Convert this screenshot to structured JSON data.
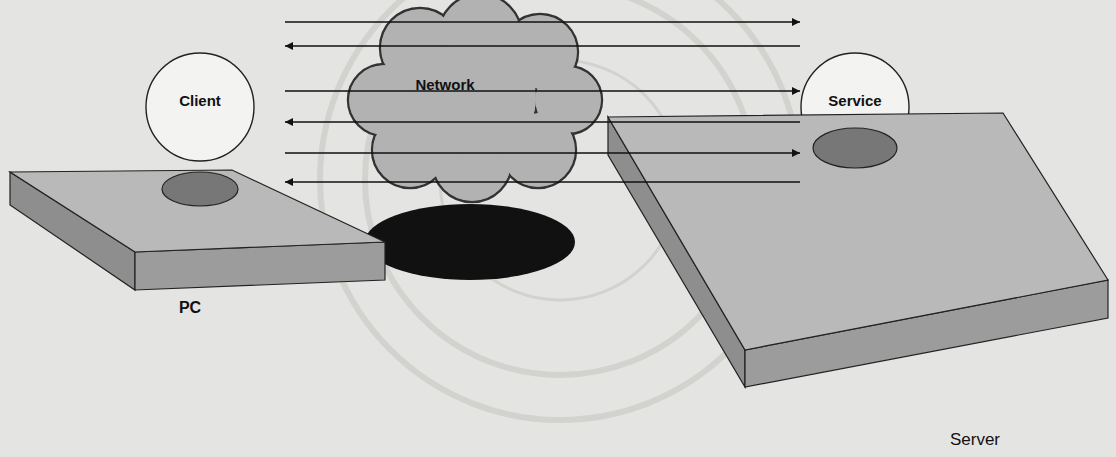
{
  "diagram": {
    "nodes": [
      {
        "text": [
          "Client"
        ]
      },
      {
        "text": [
          "Network"
        ]
      },
      {
        "text": [
          "Service"
        ]
      },
      {
        "text": [
          "PC"
        ]
      },
      {
        "text": [
          "Server"
        ]
      }
    ],
    "edges": [
      {
        "from": 0,
        "to": 2,
        "arrow": "to"
      },
      {
        "from": 2,
        "to": 0,
        "arrow": "to"
      },
      {
        "from": 0,
        "to": 2,
        "arrow": "to"
      },
      {
        "from": 2,
        "to": 0,
        "arrow": "to"
      },
      {
        "from": 0,
        "to": 2,
        "arrow": "to"
      },
      {
        "from": 2,
        "to": 0,
        "arrow": "to"
      }
    ]
  }
}
